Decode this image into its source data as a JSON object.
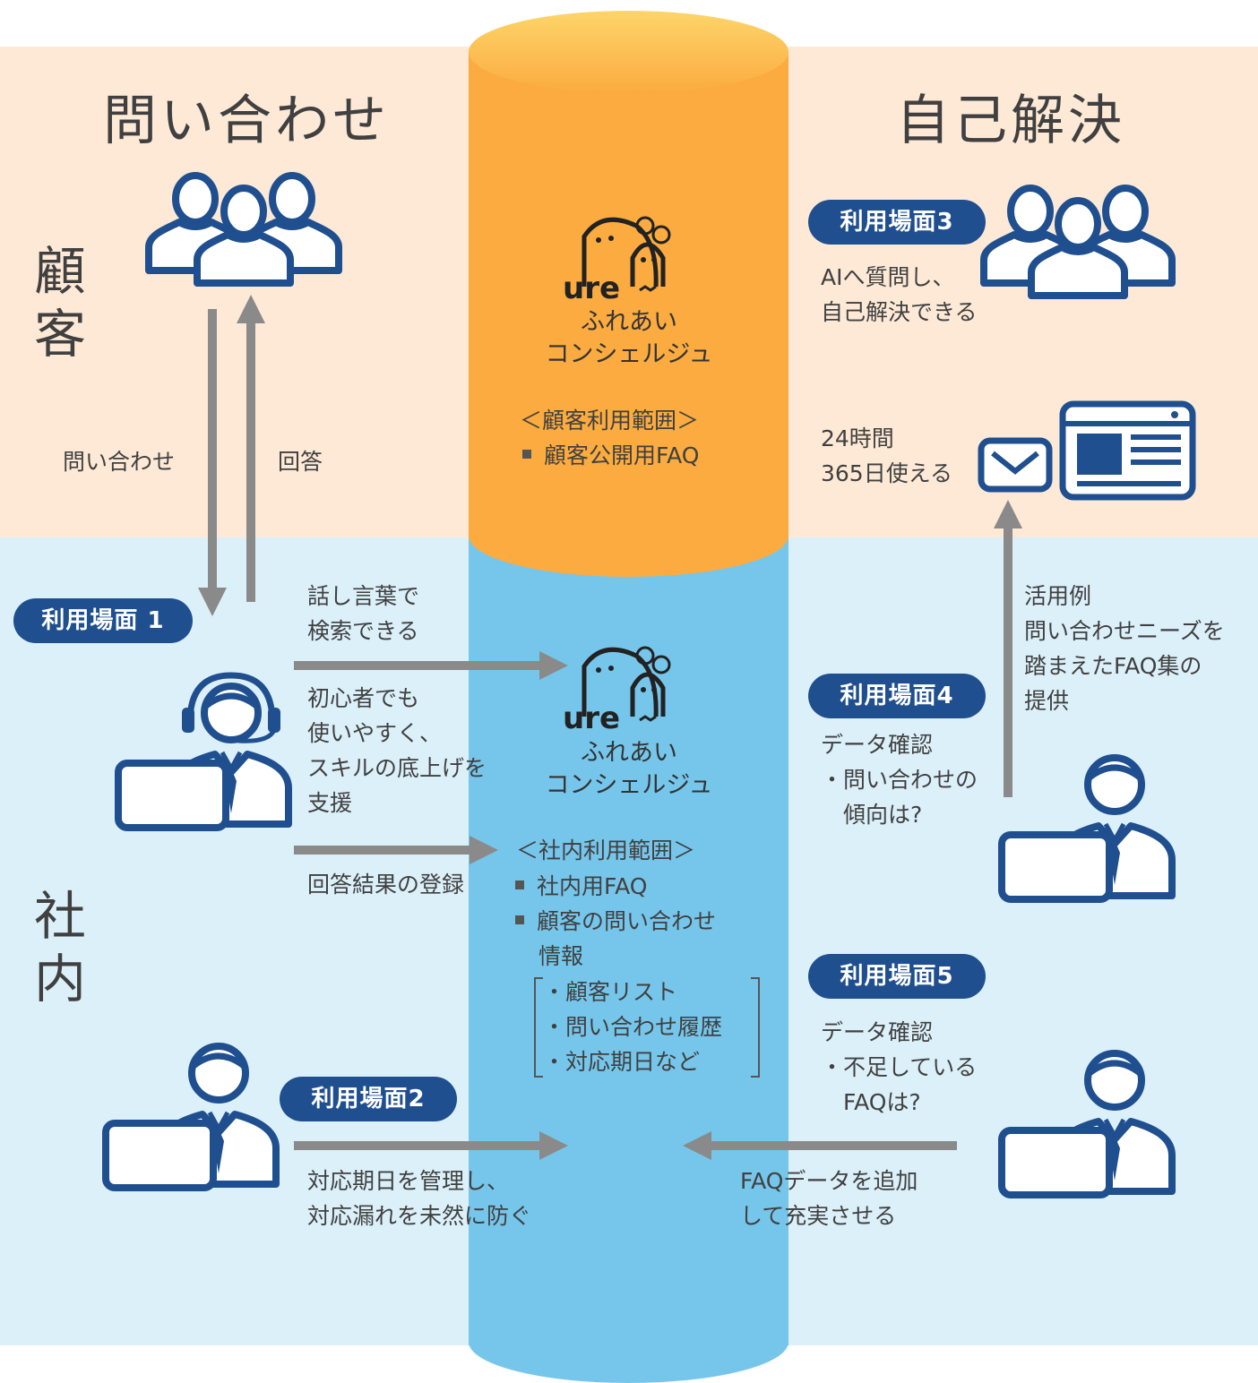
{
  "headings": {
    "left": "問い合わせ",
    "right": "自己解決"
  },
  "side_labels": {
    "customer": "顧客",
    "internal": "社内"
  },
  "flow": {
    "inquiry": "問い合わせ",
    "answer": "回答"
  },
  "brand": {
    "logo_text": "ure",
    "name_line1": "ふれあい",
    "name_line2": "コンシェルジュ"
  },
  "customer_scope": {
    "title": "＜顧客利用範囲＞",
    "items": [
      "顧客公開用FAQ"
    ]
  },
  "internal_scope": {
    "title": "＜社内利用範囲＞",
    "item1": "社内用FAQ",
    "item2_line1": "顧客の問い合わせ",
    "item2_line2": "情報",
    "subitems": [
      "・顧客リスト",
      "・問い合わせ履歴",
      "・対応期日など"
    ]
  },
  "scenes": {
    "s1": {
      "badge": "利用場面 1",
      "text_a": [
        "話し言葉で",
        "検索できる"
      ],
      "text_b": [
        "初心者でも",
        "使いやすく、",
        "スキルの底上げを",
        "支援"
      ],
      "text_c": "回答結果の登録"
    },
    "s2": {
      "badge": "利用場面2",
      "text": [
        "対応期日を管理し、",
        "対応漏れを未然に防ぐ"
      ]
    },
    "s3": {
      "badge": "利用場面3",
      "text": [
        "AIへ質問し、",
        "自己解決できる"
      ],
      "text_hours": [
        "24時間",
        "365日使える"
      ]
    },
    "s4": {
      "badge": "利用場面4",
      "text": [
        "データ確認",
        "・問い合わせの",
        "　傾向は?"
      ],
      "example": [
        "活用例",
        "問い合わせニーズを",
        "踏まえたFAQ集の",
        "提供"
      ]
    },
    "s5": {
      "badge": "利用場面5",
      "text": [
        "データ確認",
        "・不足している",
        "　FAQは?"
      ],
      "text_add": [
        "FAQデータを追加",
        "して充実させる"
      ]
    }
  },
  "colors": {
    "navy": "#1f4f8f",
    "arrow": "#8a8a8a",
    "orange": "#fbab3f",
    "blue": "#76c6eb",
    "peach": "#fde9d6",
    "lightblue": "#dcf0fa"
  }
}
